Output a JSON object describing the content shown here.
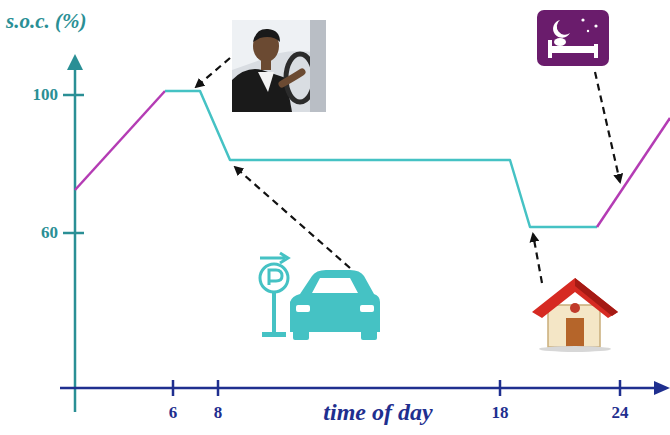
{
  "diagram": {
    "labels": [
      "s.o.c. (%)",
      "100",
      "60",
      "6",
      "8",
      "time of day",
      "18",
      "24"
    ]
  }
}
